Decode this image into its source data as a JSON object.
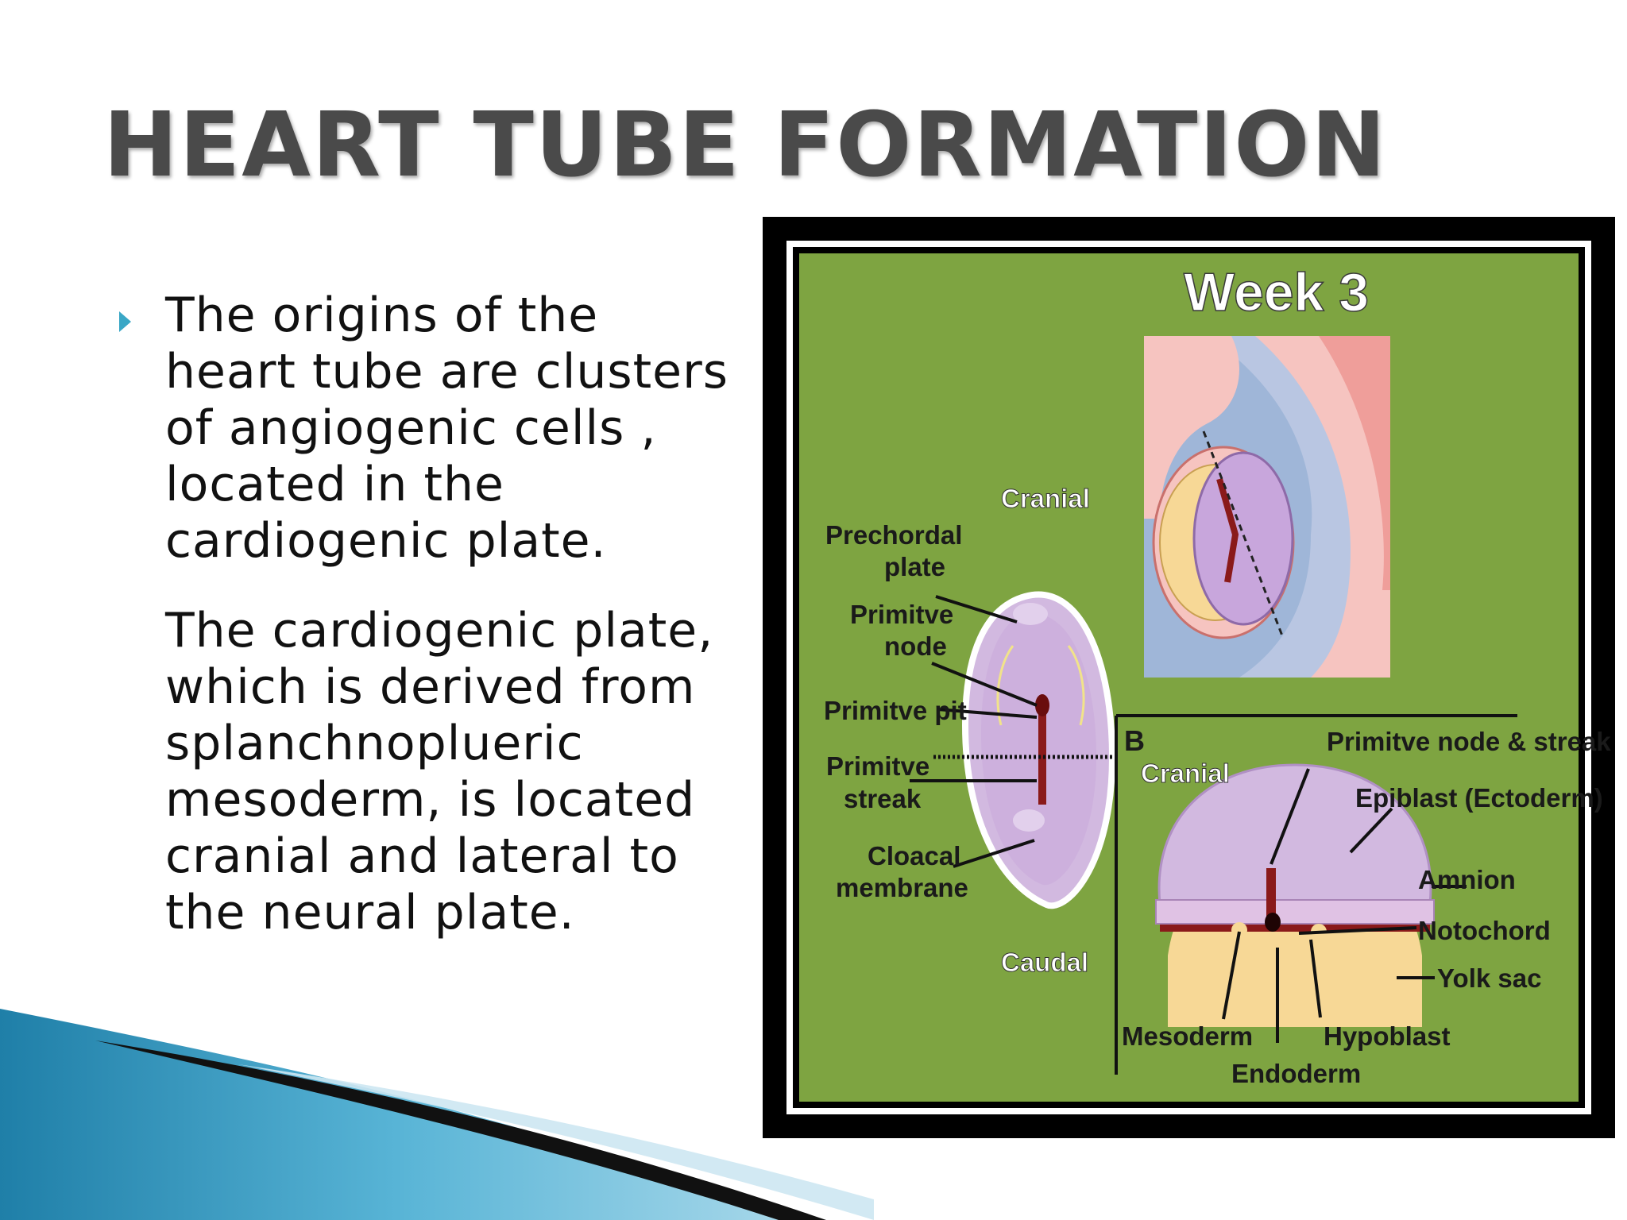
{
  "slide": {
    "title": "HEART TUBE FORMATION",
    "paragraphs": [
      "The origins of the\nheart tube are clusters\nof angiogenic cells ,\nlocated in the\ncardiogenic  plate.",
      "  The cardiogenic plate,\nwhich is derived from\nsplanchnoplueric\nmesoderm, is located\ncranial and lateral to\nthe neural plate."
    ]
  },
  "figure": {
    "heading": "Week 3",
    "panel_b_letter": "B",
    "labels_a": {
      "cranial": "Cranial",
      "caudal": "Caudal",
      "prechordal_1": "Prechordal",
      "prechordal_2": "plate",
      "node_1": "Primitve",
      "node_2": "node",
      "pit": "Primitve pit",
      "streak_1": "Primitve",
      "streak_2": "streak",
      "cloacal_1": "Cloacal",
      "cloacal_2": "membrane"
    },
    "labels_b": {
      "cranial": "Cranial",
      "node_streak": "Primitve node & streak",
      "epiblast": "Epiblast (Ectoderm)",
      "amnion": "Amnion",
      "notochord": "Notochord",
      "yolk_sac": "Yolk sac",
      "mesoderm": "Mesoderm",
      "hypoblast": "Hypoblast",
      "endoderm": "Endoderm"
    },
    "colors": {
      "background_green": "#7ea441",
      "frame": "#000000",
      "disc_purple": "#d2b9e0",
      "amnion_pink": "#f6c4c0",
      "yolk_yellow": "#f7d896",
      "blood_red": "#8a1a1a",
      "wave_blue": "#2f8fb5"
    }
  }
}
